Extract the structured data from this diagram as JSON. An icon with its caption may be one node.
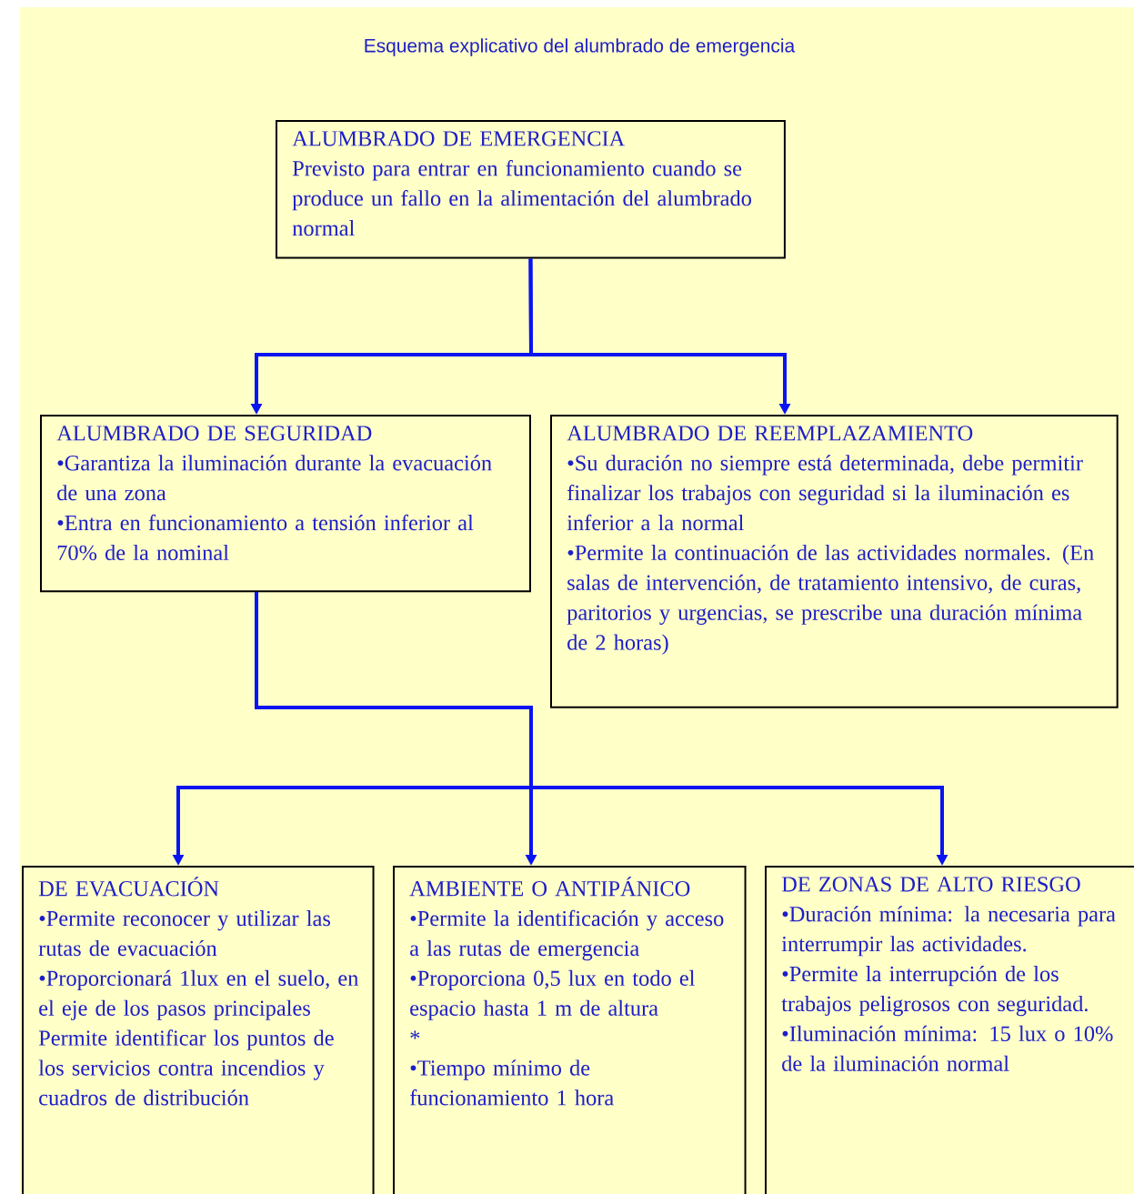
{
  "diagram": {
    "title": "Esquema explicativo del alumbrado de emergencia",
    "nodes": [
      {
        "text": [
          "ALUMBRADO DE EMERGENCIA",
          "Previsto para entrar en funcionamiento cuando se produce un fallo en la alimentación del alumbrado normal"
        ]
      },
      {
        "text": [
          "ALUMBRADO DE SEGURIDAD",
          "•Garantiza la iluminación durante la evacuación de una zona",
          "•Entra en funcionamiento a tensión inferior al 70% de la nominal"
        ]
      },
      {
        "text": [
          "ALUMBRADO DE REEMPLAZAMIENTO",
          "•Su duración no siempre está determinada, debe permitir finalizar los trabajos con seguridad si la iluminación es inferior a la normal",
          "•Permite la continuación de las actividades normales. (En salas de intervención, de tratamiento intensivo, de curas, paritorios y urgencias, se prescribe una duración mínima de 2 horas)"
        ]
      },
      {
        "text": [
          "DE EVACUACIÓN",
          "•Permite reconocer y utilizar las rutas de evacuación",
          "•Proporcionará 1lux en el suelo, en el eje de los pasos principales",
          "Permite identificar los puntos de los servicios contra incendios y cuadros de distribución"
        ]
      },
      {
        "text": [
          "AMBIENTE O ANTIPÁNICO",
          "•Permite la identificación y acceso a las rutas de emergencia",
          "•Proporciona 0,5 lux en todo el espacio hasta 1 m de altura",
          "*",
          "•Tiempo mínimo de funcionamiento 1 hora"
        ]
      },
      {
        "text": [
          "DE ZONAS DE ALTO RIESGO",
          "•Duración mínima: la necesaria para interrumpir las actividades.",
          "•Permite la interrupción de los trabajos peligrosos con seguridad.",
          "•Iluminación mínima: 15 lux o 10% de la iluminación normal"
        ]
      }
    ],
    "edges": [
      {
        "from": 0,
        "to": 1,
        "arrow": "to"
      },
      {
        "from": 0,
        "to": 2,
        "arrow": "to"
      },
      {
        "from": 1,
        "to": 3,
        "arrow": "to"
      },
      {
        "from": 1,
        "to": 4,
        "arrow": "to"
      },
      {
        "from": 1,
        "to": 5,
        "arrow": "to"
      }
    ]
  }
}
